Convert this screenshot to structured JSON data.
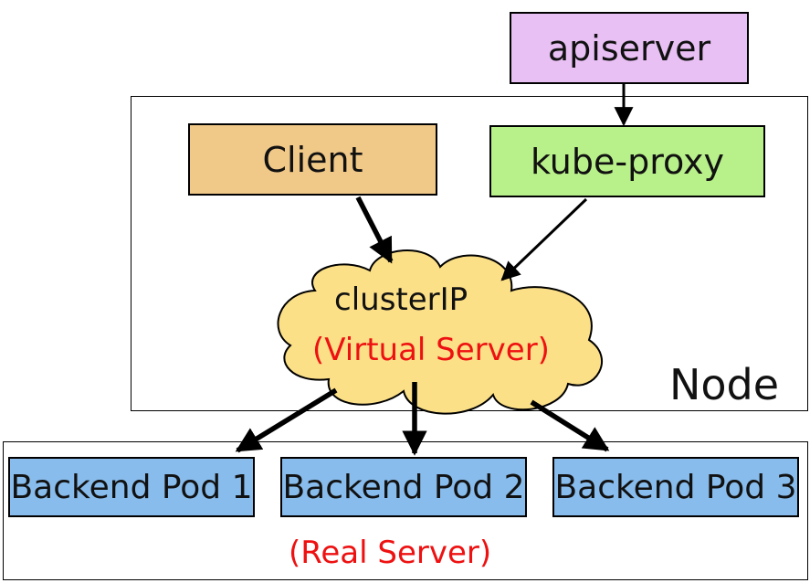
{
  "apiserver": {
    "label": "apiserver"
  },
  "node": {
    "label": "Node"
  },
  "client": {
    "label": "Client"
  },
  "kube_proxy": {
    "label": "kube-proxy"
  },
  "cluster_ip": {
    "label": "clusterIP",
    "sublabel": "(Virtual Server)"
  },
  "backends": [
    {
      "label": "Backend Pod 1"
    },
    {
      "label": "Backend Pod 2"
    },
    {
      "label": "Backend Pod 3"
    }
  ],
  "real_server": {
    "label": "(Real Server)"
  },
  "colors": {
    "apiserver": "#e8c0f4",
    "client": "#f0c888",
    "kube_proxy": "#b8f08a",
    "cloud": "#fce088",
    "backend": "#88bcec",
    "accent_red": "#ee1111"
  }
}
